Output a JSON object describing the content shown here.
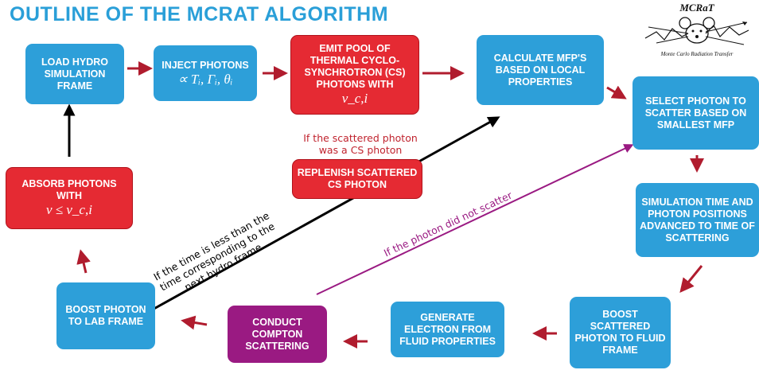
{
  "title": "OUTLINE OF THE MCRAT ALGORITHM",
  "logo": {
    "name": "MCRaT",
    "subtitle": "Monte Carlo Radiation Transfer"
  },
  "boxes": {
    "load": "LOAD HYDRO SIMULATION FRAME",
    "inject_text": "INJECT PHOTONS",
    "inject_math": "∝ Tᵢ, Γᵢ, θᵢ",
    "emit_text": "EMIT POOL OF THERMAL CYCLO-SYNCHROTRON (CS) PHOTONS WITH",
    "emit_math": "ν_c,i",
    "mfp": "CALCULATE MFP'S BASED ON LOCAL PROPERTIES",
    "select": "SELECT PHOTON TO SCATTER BASED ON SMALLEST MFP",
    "advance": "SIMULATION TIME AND PHOTON POSITIONS ADVANCED TO TIME OF SCATTERING",
    "boost_fluid": "BOOST SCATTERED PHOTON TO FLUID FRAME",
    "generate": "GENERATE ELECTRON FROM FLUID PROPERTIES",
    "compton": "CONDUCT COMPTON SCATTERING",
    "boost_lab": "BOOST PHOTON TO LAB FRAME",
    "absorb_text": "ABSORB PHOTONS WITH",
    "absorb_math": "ν ≤ ν_c,i",
    "replenish": "REPLENISH SCATTERED CS PHOTON"
  },
  "notes": {
    "cs_photon_1": "If the scattered photon",
    "cs_photon_2": "was a CS photon",
    "time_1": "If the time is less than the",
    "time_2": "time corresponding to the",
    "time_3": "next hydro frame",
    "no_scatter": "If the photon did not scatter"
  },
  "colors": {
    "blue": "#2d9fd9",
    "red": "#e52a33",
    "purple": "#9a1a82",
    "arrow": "#b01c2e",
    "title": "#2a9fd8"
  }
}
